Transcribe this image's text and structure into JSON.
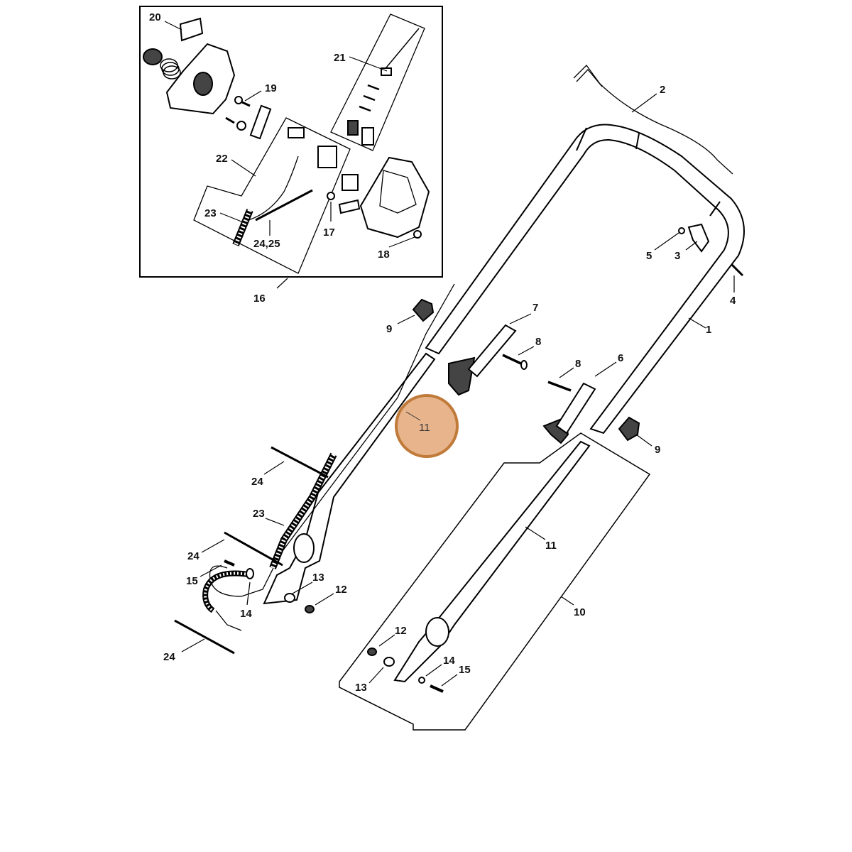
{
  "diagram": {
    "highlight": {
      "label": "11",
      "fill_color": "#e8b48c",
      "stroke_color": "#c07a3a"
    },
    "callouts": [
      {
        "id": "c20",
        "text": "20"
      },
      {
        "id": "c21",
        "text": "21"
      },
      {
        "id": "c19",
        "text": "19"
      },
      {
        "id": "c22",
        "text": "22"
      },
      {
        "id": "c23a",
        "text": "23"
      },
      {
        "id": "c2425a",
        "text": "24,25"
      },
      {
        "id": "c17",
        "text": "17"
      },
      {
        "id": "c18",
        "text": "18"
      },
      {
        "id": "c16",
        "text": "16"
      },
      {
        "id": "c2",
        "text": "2"
      },
      {
        "id": "c5",
        "text": "5"
      },
      {
        "id": "c3",
        "text": "3"
      },
      {
        "id": "c4",
        "text": "4"
      },
      {
        "id": "c1",
        "text": "1"
      },
      {
        "id": "c9a",
        "text": "9"
      },
      {
        "id": "c7",
        "text": "7"
      },
      {
        "id": "c8a",
        "text": "8"
      },
      {
        "id": "c8b",
        "text": "8"
      },
      {
        "id": "c6",
        "text": "6"
      },
      {
        "id": "c9b",
        "text": "9"
      },
      {
        "id": "c24a",
        "text": "24"
      },
      {
        "id": "c23b",
        "text": "23"
      },
      {
        "id": "c24b",
        "text": "24"
      },
      {
        "id": "c15a",
        "text": "15"
      },
      {
        "id": "c14a",
        "text": "14"
      },
      {
        "id": "c13a",
        "text": "13"
      },
      {
        "id": "c12a",
        "text": "12"
      },
      {
        "id": "c11",
        "text": "11"
      },
      {
        "id": "c10",
        "text": "10"
      },
      {
        "id": "c24c",
        "text": "24"
      },
      {
        "id": "c12b",
        "text": "12"
      },
      {
        "id": "c14b",
        "text": "14"
      },
      {
        "id": "c15b",
        "text": "15"
      },
      {
        "id": "c13b",
        "text": "13"
      }
    ]
  }
}
